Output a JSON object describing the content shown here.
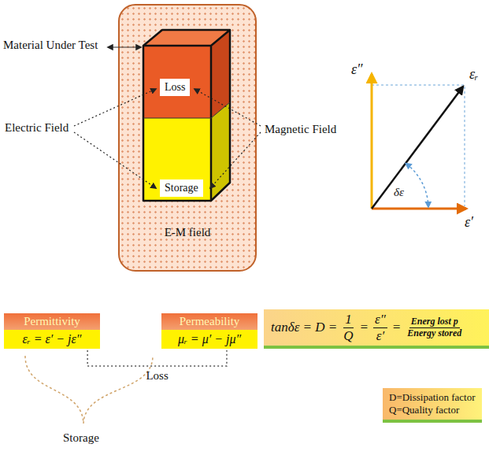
{
  "diagram": {
    "nodes": [
      {
        "text": [
          "E-M field"
        ]
      },
      {
        "text": [
          "Loss"
        ],
        "in": 0
      },
      {
        "text": [
          "Storage"
        ],
        "in": 0
      },
      {
        "text": [
          "Permittivity",
          "εᵣ = ε′ − jε″"
        ]
      },
      {
        "text": [
          "Permeability",
          "μᵣ = μ′ − jμ″"
        ]
      },
      {
        "text": [
          "tanδε = D =",
          "1",
          "Q",
          "=",
          "ε″",
          "ε′",
          "=",
          "Energ lost p",
          "Energy stored"
        ]
      },
      {
        "text": [
          "D=Dissipation factor",
          "Q=Quality factor"
        ]
      }
    ],
    "edges": [
      {
        "from": 3,
        "to": 4,
        "arrow": "none",
        "label": "Loss"
      }
    ],
    "labels": [
      "Material Under Test",
      "Electric Field",
      "Magnetic Field",
      "ε″",
      "εᵣ",
      "δε",
      "ε′",
      "Storage"
    ]
  }
}
